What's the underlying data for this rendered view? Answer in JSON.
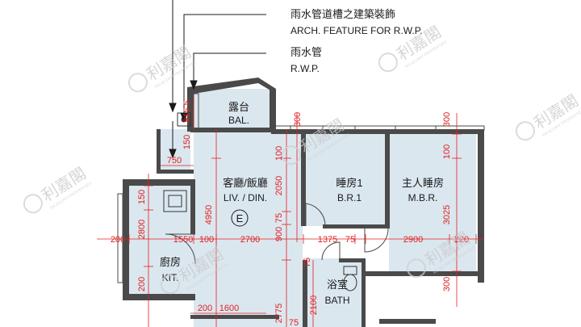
{
  "annotations": {
    "feature_zh": "雨水管道槽之建築裝飾",
    "feature_en": "ARCH. FEATURE FOR R.W.P.",
    "rwp_zh": "雨水管",
    "rwp_en": "R.W.P."
  },
  "rooms": {
    "balcony_zh": "露台",
    "balcony_en": "BAL.",
    "living_zh": "客廳/飯廳",
    "living_en": "LIV. / DIN.",
    "bedroom1_zh": "睡房1",
    "bedroom1_en": "B.R.1",
    "master_zh": "主人睡房",
    "master_en": "M.B.R.",
    "kitchen_zh": "廚房",
    "kitchen_en": "KIT.",
    "bath_zh": "浴室",
    "bath_en": "BATH"
  },
  "symbols": {
    "entrance": "E"
  },
  "dimensions": {
    "d815": "815.5",
    "d150_bal": "150",
    "d300_top1": "300",
    "d300_top2": "300",
    "d750": "750",
    "d150_left": "150",
    "d2800": "2800",
    "d4950": "4950",
    "d2050": "2050",
    "d100_a": "100",
    "d100_b": "100",
    "d75_a": "75",
    "d900": "900",
    "d3025": "3025",
    "d200_left": "200",
    "d1550": "1550",
    "d100_c": "100",
    "d2700": "2700",
    "d1375": "1375",
    "d75_b": "75",
    "d2900": "2900",
    "d220": "220",
    "d75_c": "75",
    "d200_kit": "200",
    "d200_bot": "200",
    "d1600": "1600",
    "d2775": "2775",
    "d2100": "2100",
    "d300_right": "300",
    "d75_d": "75"
  },
  "watermark": {
    "brand_zh": "利嘉閣",
    "brand_en": "RICACORP PROPERTIES"
  },
  "colors": {
    "wall": "#4a4a4a",
    "floor": "#dbe7ef",
    "dimension": "#e02020",
    "watermark": "#c9c9c9"
  }
}
